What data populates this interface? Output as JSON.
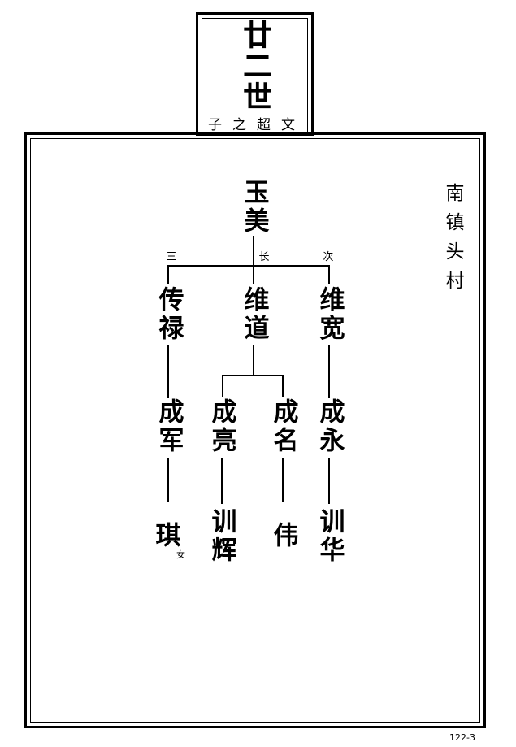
{
  "generation_box": {
    "title": "廿二世",
    "subtitle": "子之超文"
  },
  "village": "南镇头村",
  "page_number": "122-3",
  "tree": {
    "root": "玉美",
    "birth_order_labels": {
      "third": "三",
      "eldest": "长",
      "second": "次"
    },
    "gen2": [
      "传禄",
      "维道",
      "维宽"
    ],
    "gen3": [
      "成军",
      "成亮",
      "成名",
      "成永"
    ],
    "gen4": [
      "琪",
      "训辉",
      "伟",
      "训华"
    ],
    "female_mark": "女"
  }
}
